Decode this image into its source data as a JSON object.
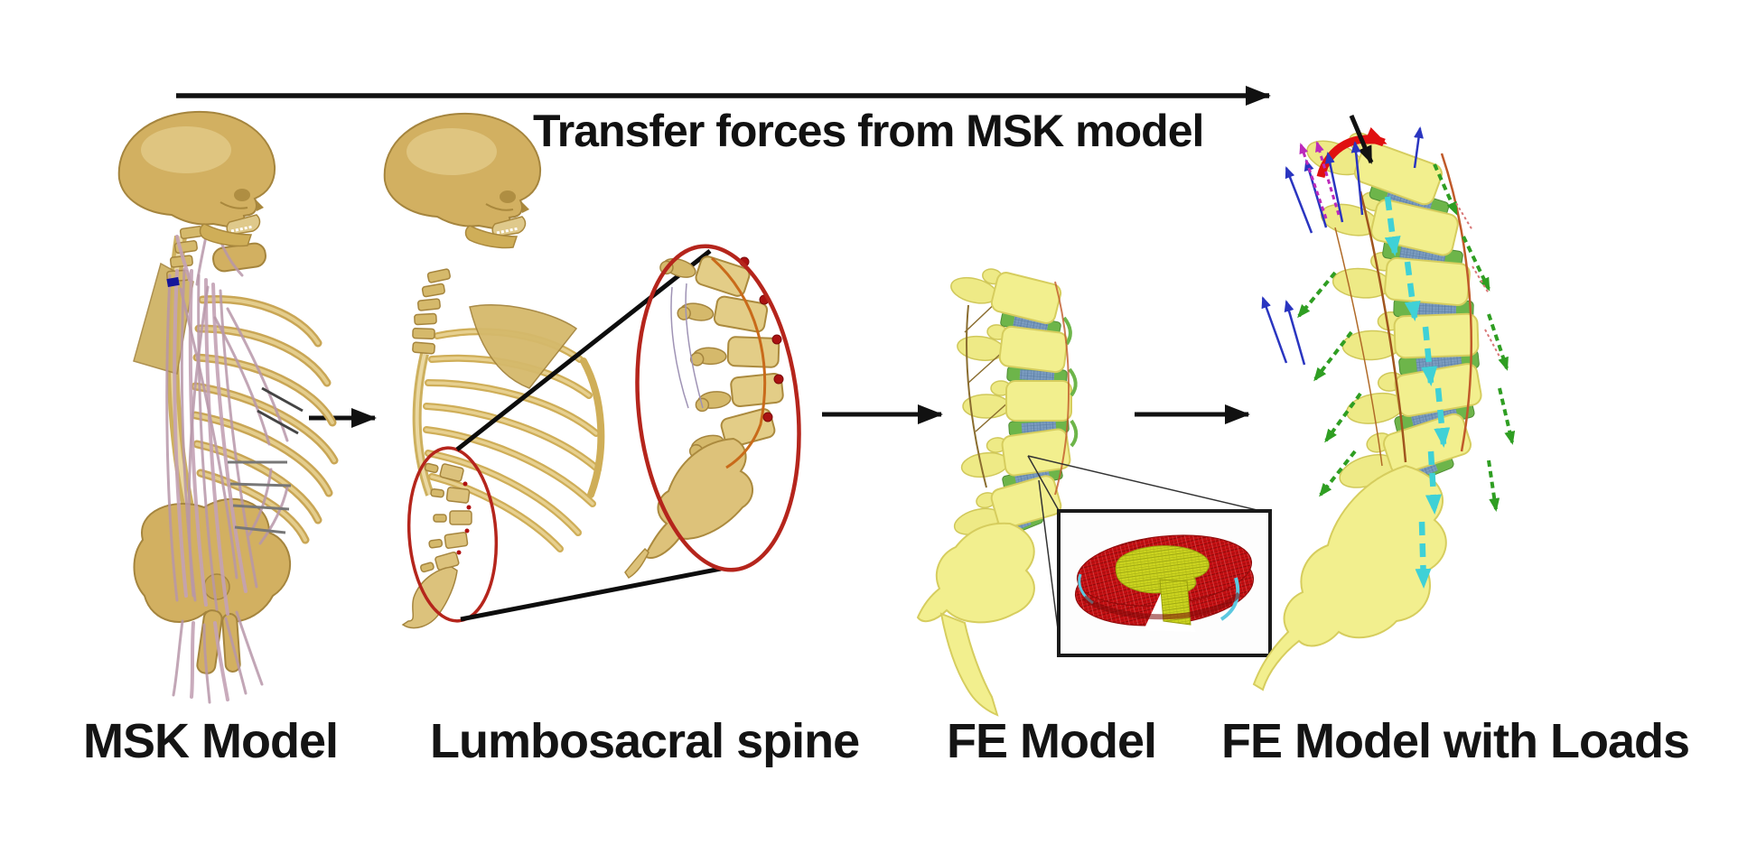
{
  "figure": {
    "title": "Transfer forces from MSK model",
    "panels": [
      {
        "id": "msk-model",
        "label": "MSK Model"
      },
      {
        "id": "lumbosacral-spine",
        "label": "Lumbosacral spine"
      },
      {
        "id": "fe-model",
        "label": "FE Model"
      },
      {
        "id": "fe-model-with-loads",
        "label": "FE Model with Loads"
      }
    ],
    "flow": {
      "top_arrow_direction": "left-to-right",
      "panel_arrow_count": 3
    },
    "colors": {
      "background": "#ffffff",
      "bone_tan": "#d2b061",
      "bone_pale_yellow": "#f2ef8e",
      "disc_green": "#6db54a",
      "disc_core_blue": "#7b9cc0",
      "muscle_pink": "#c3a2b5",
      "highlight_ellipse_red": "#b5251c",
      "annulus_mesh_red": "#c30e11",
      "nucleus_yellow": "#ccd41f",
      "load_arrow_blue": "#2a35c0",
      "load_arrow_green": "#2f9e22",
      "load_arrow_cyan": "#3fd1d6",
      "load_arrow_magenta": "#bb2abb",
      "moment_arrow_red": "#e01010",
      "flow_arrow_black": "#111111"
    }
  }
}
